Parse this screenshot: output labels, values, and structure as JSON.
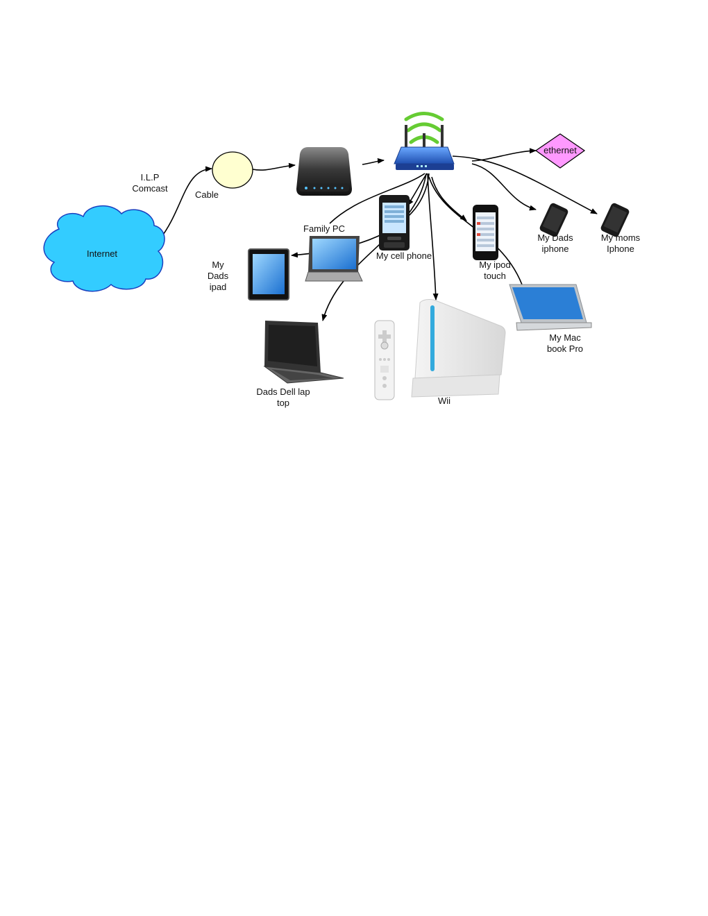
{
  "nodes": {
    "internet": "Internet",
    "isp": "I.L.P\nComcast",
    "cable": "Cable",
    "ethernet": "ethernet",
    "family_pc": "Family PC",
    "cell_phone": "My cell phone",
    "dads_ipad": "My\nDads\nipad",
    "ipod_touch": "My ipod\ntouch",
    "dads_iphone": "My Dads\niphone",
    "moms_iphone": "My moms\nIphone",
    "macbook_pro": "My Mac\nbook Pro",
    "dads_dell_laptop": "Dads Dell lap\ntop",
    "wii": "Wii"
  },
  "colors": {
    "cloud_fill": "#33ccff",
    "cloud_stroke": "#1a3fbf",
    "cable_fill": "#ffffd0",
    "ethernet_fill": "#ff99ff",
    "router_blue": "#2f6fd6",
    "wifi_green": "#66cc33",
    "modem_dark": "#333333",
    "wii_blue": "#33aadd"
  },
  "icons": {
    "modem": "modem-icon",
    "router": "wireless-router-icon",
    "ipad": "tablet-icon",
    "laptop": "laptop-icon",
    "cell_phone": "cell-phone-icon",
    "ipod": "ipod-touch-icon",
    "iphone": "smartphone-icon",
    "macbook": "macbook-icon",
    "wii": "wii-console-icon",
    "wiimote": "wii-remote-icon"
  }
}
